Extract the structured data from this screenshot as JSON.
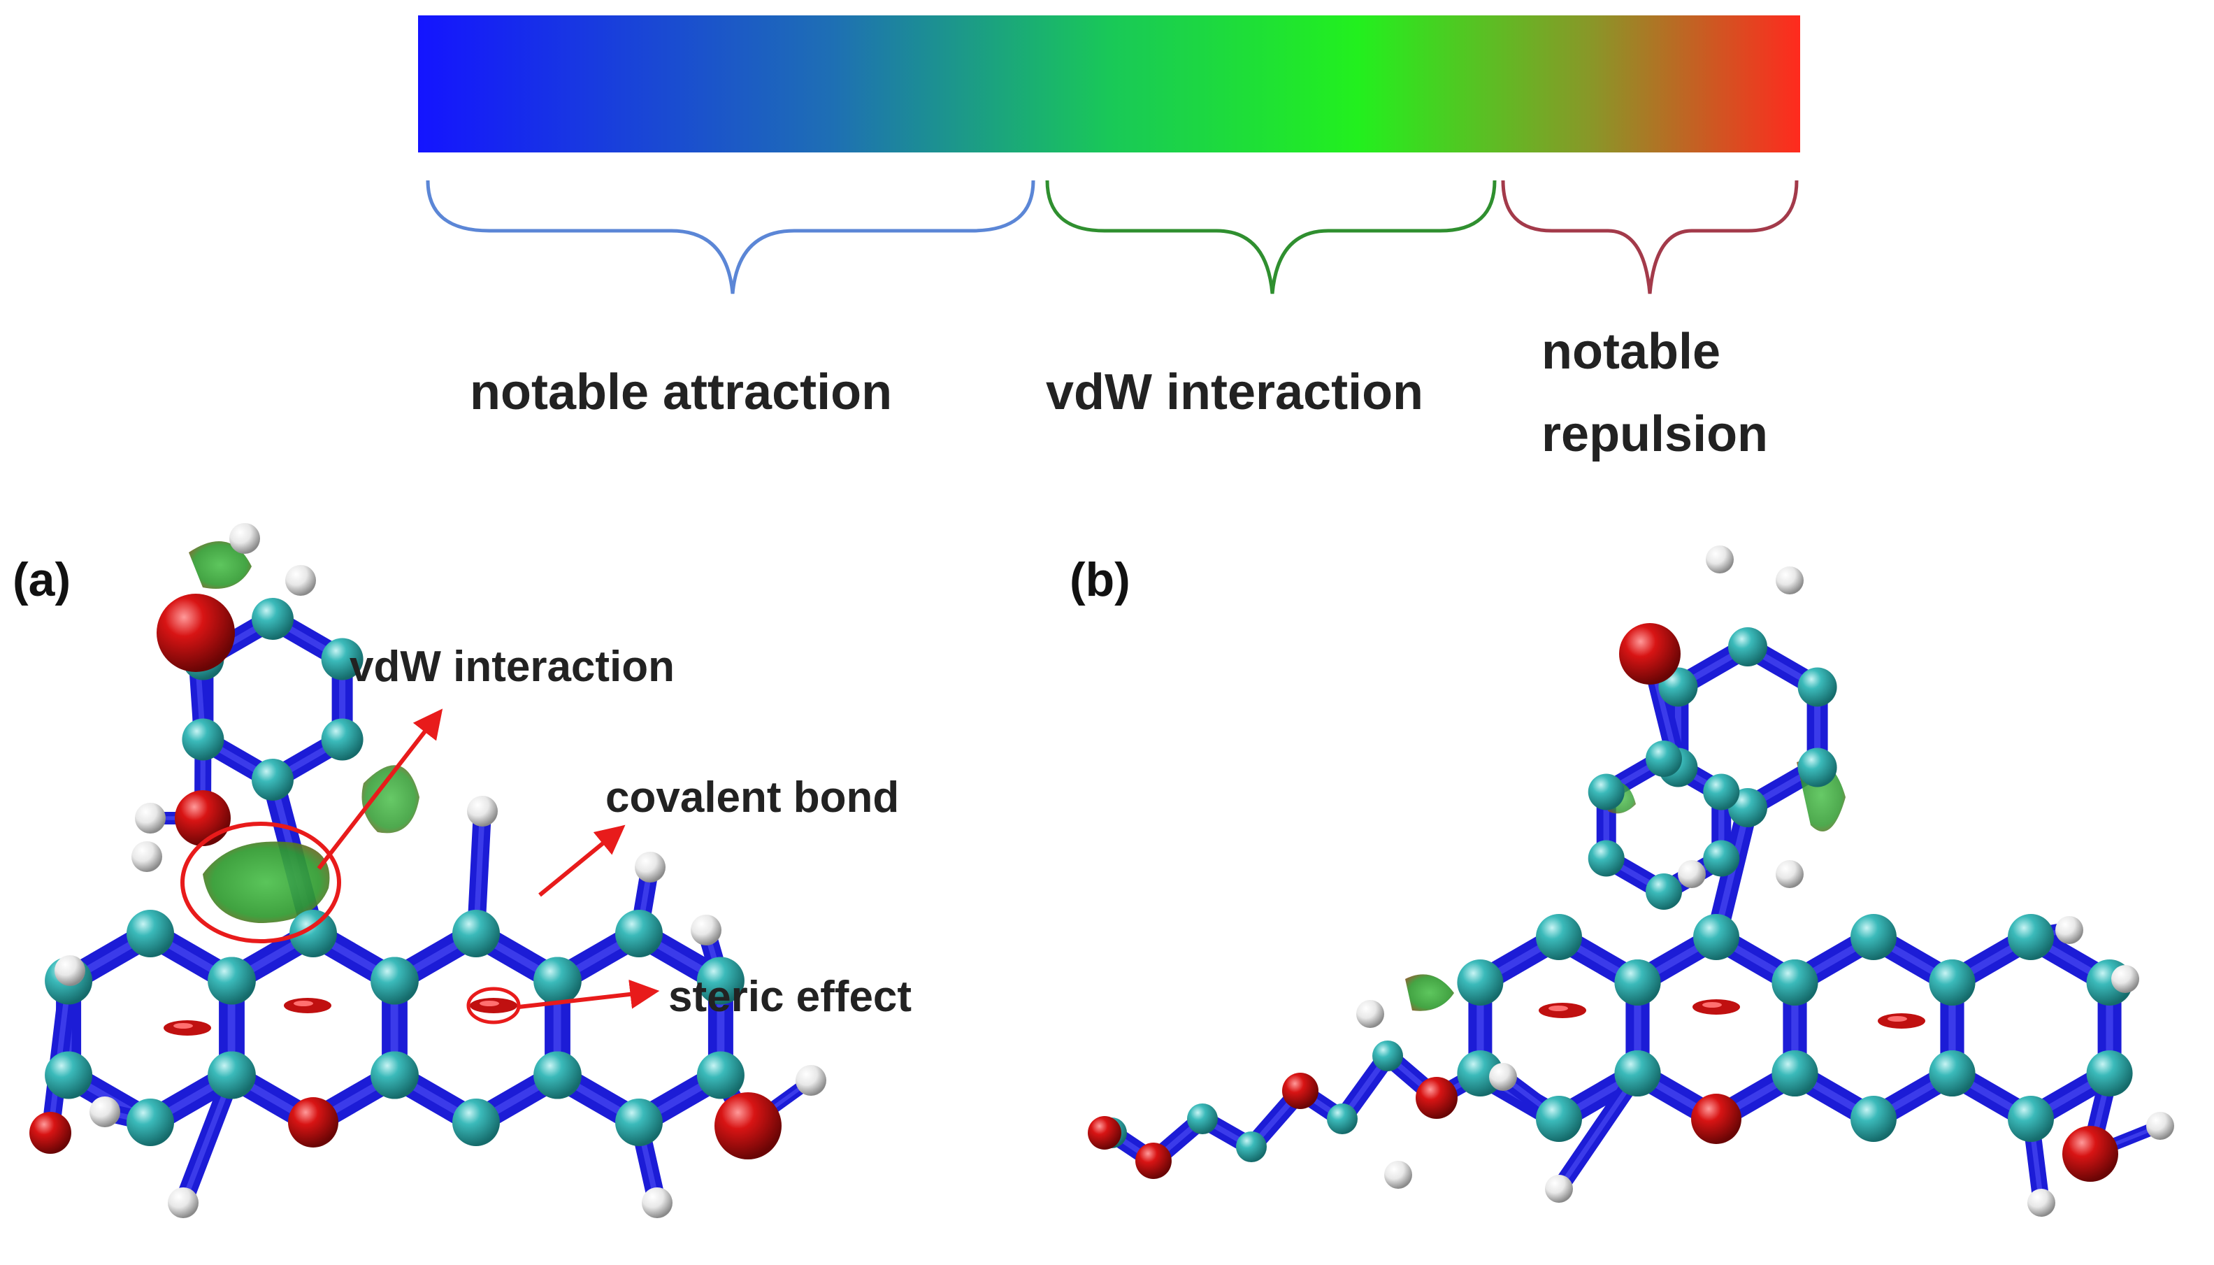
{
  "legend": {
    "gradient_colors": [
      "#1414ff",
      "#1e6fb4",
      "#19c858",
      "#22f01e",
      "#8a9628",
      "#ff2a1e"
    ],
    "brace_colors": {
      "attraction": "#5b86d6",
      "vdw": "#2f8f2f",
      "repulsion": "#a33a4a"
    },
    "attraction_label": "notable attraction",
    "vdw_label": "vdW interaction",
    "repulsion_label_line1": "notable",
    "repulsion_label_line2": "repulsion"
  },
  "panel_a": {
    "label": "(a)",
    "annotations": {
      "vdw": "vdW interaction",
      "covalent": "covalent bond",
      "steric": "steric effect"
    }
  },
  "panel_b": {
    "label": "(b)"
  },
  "colors": {
    "carbon": "#3bb8b8",
    "bond": "#1c1cd6",
    "oxygen": "#d81414",
    "hydrogen": "#f2f2f2",
    "arrow": "#e81b1b",
    "vdw_surface": "#3aa83a"
  }
}
